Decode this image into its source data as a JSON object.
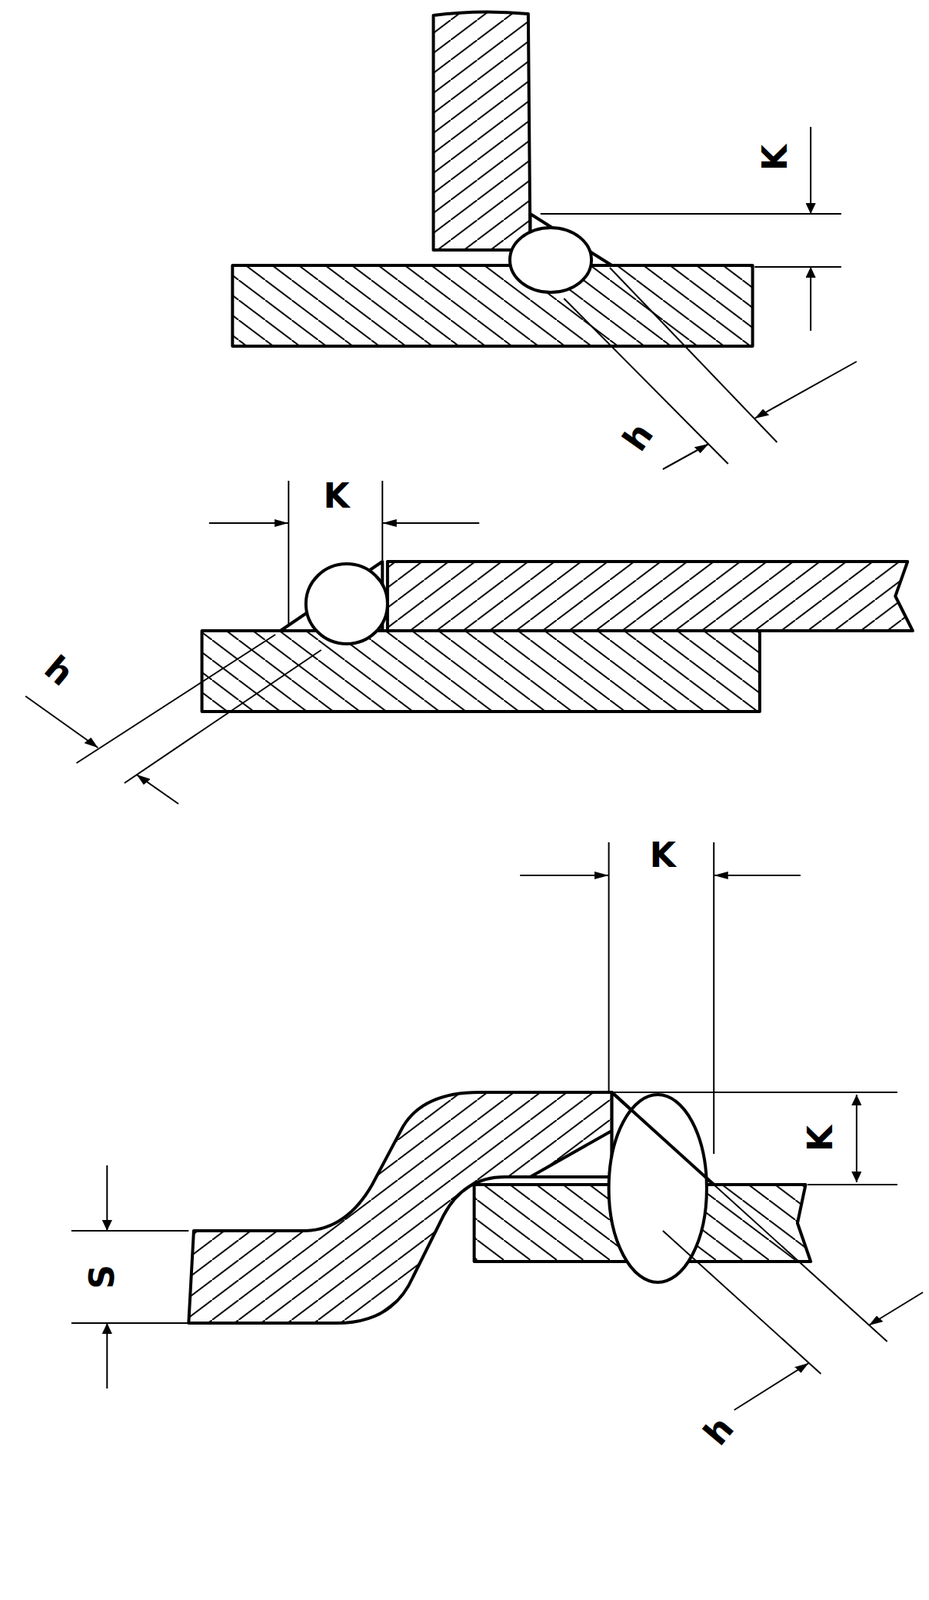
{
  "diagram": {
    "labels": [
      "K",
      "h",
      "K",
      "h",
      "K",
      "S",
      "K",
      "h"
    ]
  }
}
